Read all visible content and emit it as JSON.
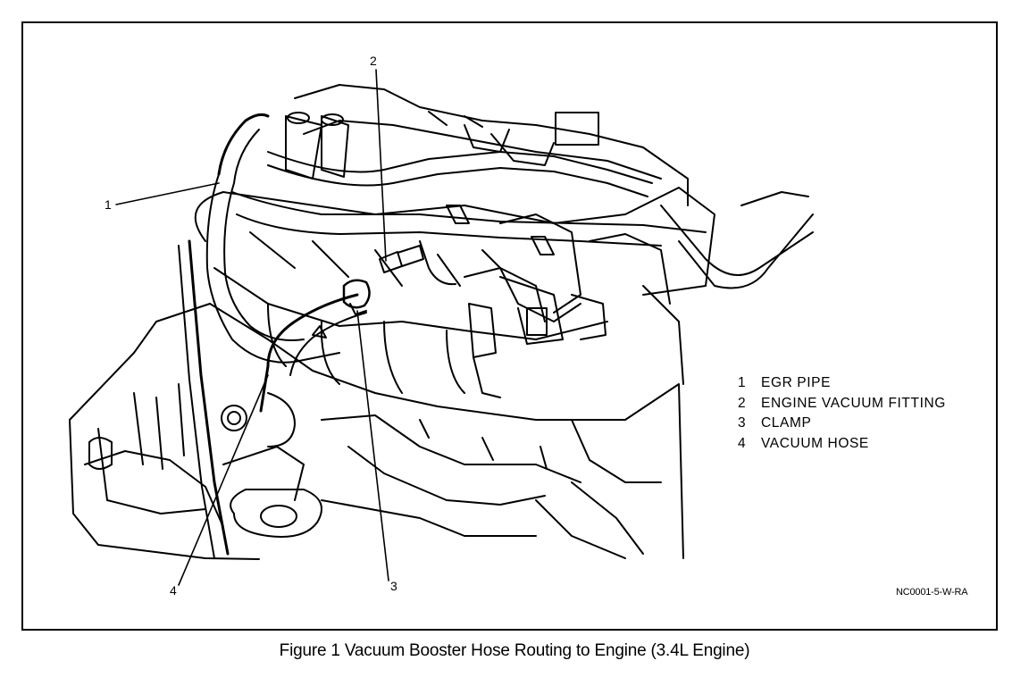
{
  "callouts": [
    "1",
    "2",
    "3",
    "4"
  ],
  "legend": [
    {
      "num": "1",
      "label": "EGR PIPE"
    },
    {
      "num": "2",
      "label": "ENGINE VACUUM FITTING"
    },
    {
      "num": "3",
      "label": "CLAMP"
    },
    {
      "num": "4",
      "label": "VACUUM HOSE"
    }
  ],
  "figure_code": "NC0001-5-W-RA",
  "caption": "Figure 1 Vacuum Booster Hose Routing to Engine (3.4L Engine)"
}
